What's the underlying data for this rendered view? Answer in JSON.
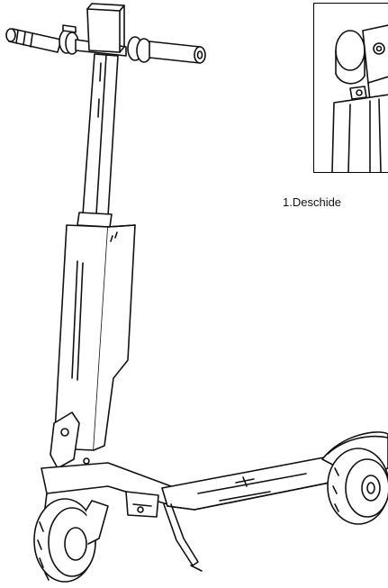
{
  "figure": {
    "main_illustration": "scooter-illustration",
    "detail_illustration": "folding-clamp-detail"
  },
  "caption": {
    "text": "1.Deschide"
  }
}
